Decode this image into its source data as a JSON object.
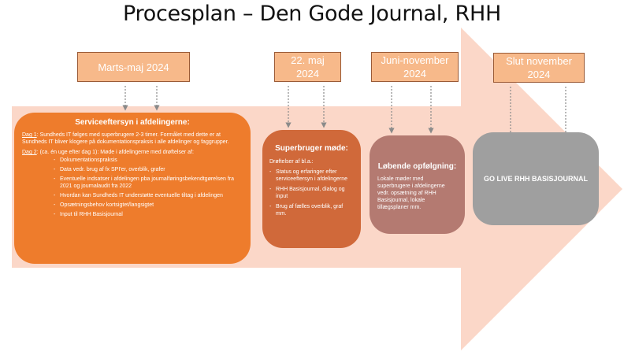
{
  "title": "Procesplan – Den Gode Journal, RHH",
  "colors": {
    "arrow": "#fbd7c8",
    "date_box": "#f7b98a",
    "box1": "#ee7c2c",
    "box2": "#d0693a",
    "box3": "#b47a71",
    "box4": "#9f9f9f"
  },
  "dates": [
    {
      "line1": "Marts-maj 2024",
      "line2": ""
    },
    {
      "line1": "22. maj",
      "line2": "2024"
    },
    {
      "line1": "Juni-november",
      "line2": "2024"
    },
    {
      "line1": "Slut november",
      "line2": "2024"
    }
  ],
  "box1": {
    "heading": "Serviceeftersyn i afdelingerne:",
    "dag1_label": "Dag 1",
    "dag1_text": ": Sundheds IT følges med superbrugere 2-3 timer. Formålet med dette er at Sundheds IT bliver klogere på dokumentationspraksis i alle afdelinger og faggrupper.",
    "dag2_label": "Dag 2",
    "dag2_text": ": (ca. én uge efter dag 1): Møde i afdelingerne med drøftelser af:",
    "items": [
      "Dokumentationspraksis",
      "Data vedr. brug af fx SPI'er, overblik, grafer",
      "Eventuelle indsatser i afdelingen pba journalføringsbekendtgørelsen fra 2021 og journalaudit fra 2022",
      "Hvordan kan Sundheds IT understøtte eventuelle tiltag i afdelingen",
      "Opsætningsbehov kortsigtet/langsigtet",
      "Input til RHH Basisjournal"
    ]
  },
  "box2": {
    "heading": "Superbruger møde:",
    "intro": "Drøftelser af bl.a.:",
    "items": [
      "Status og erfaringer efter serviceeftersyn i afdelingerne",
      "RHH Basisjournal, dialog og input",
      "Brug af fælles overblik, graf mm."
    ]
  },
  "box3": {
    "heading": "Løbende opfølgning:",
    "text": "Lokale møder med superbrugere i afdelingerne vedr. opsætning af RHH Basisjournal, lokale tillægsplaner mm."
  },
  "box4": {
    "heading": "GO LIVE RHH BASISJOURNAL"
  }
}
